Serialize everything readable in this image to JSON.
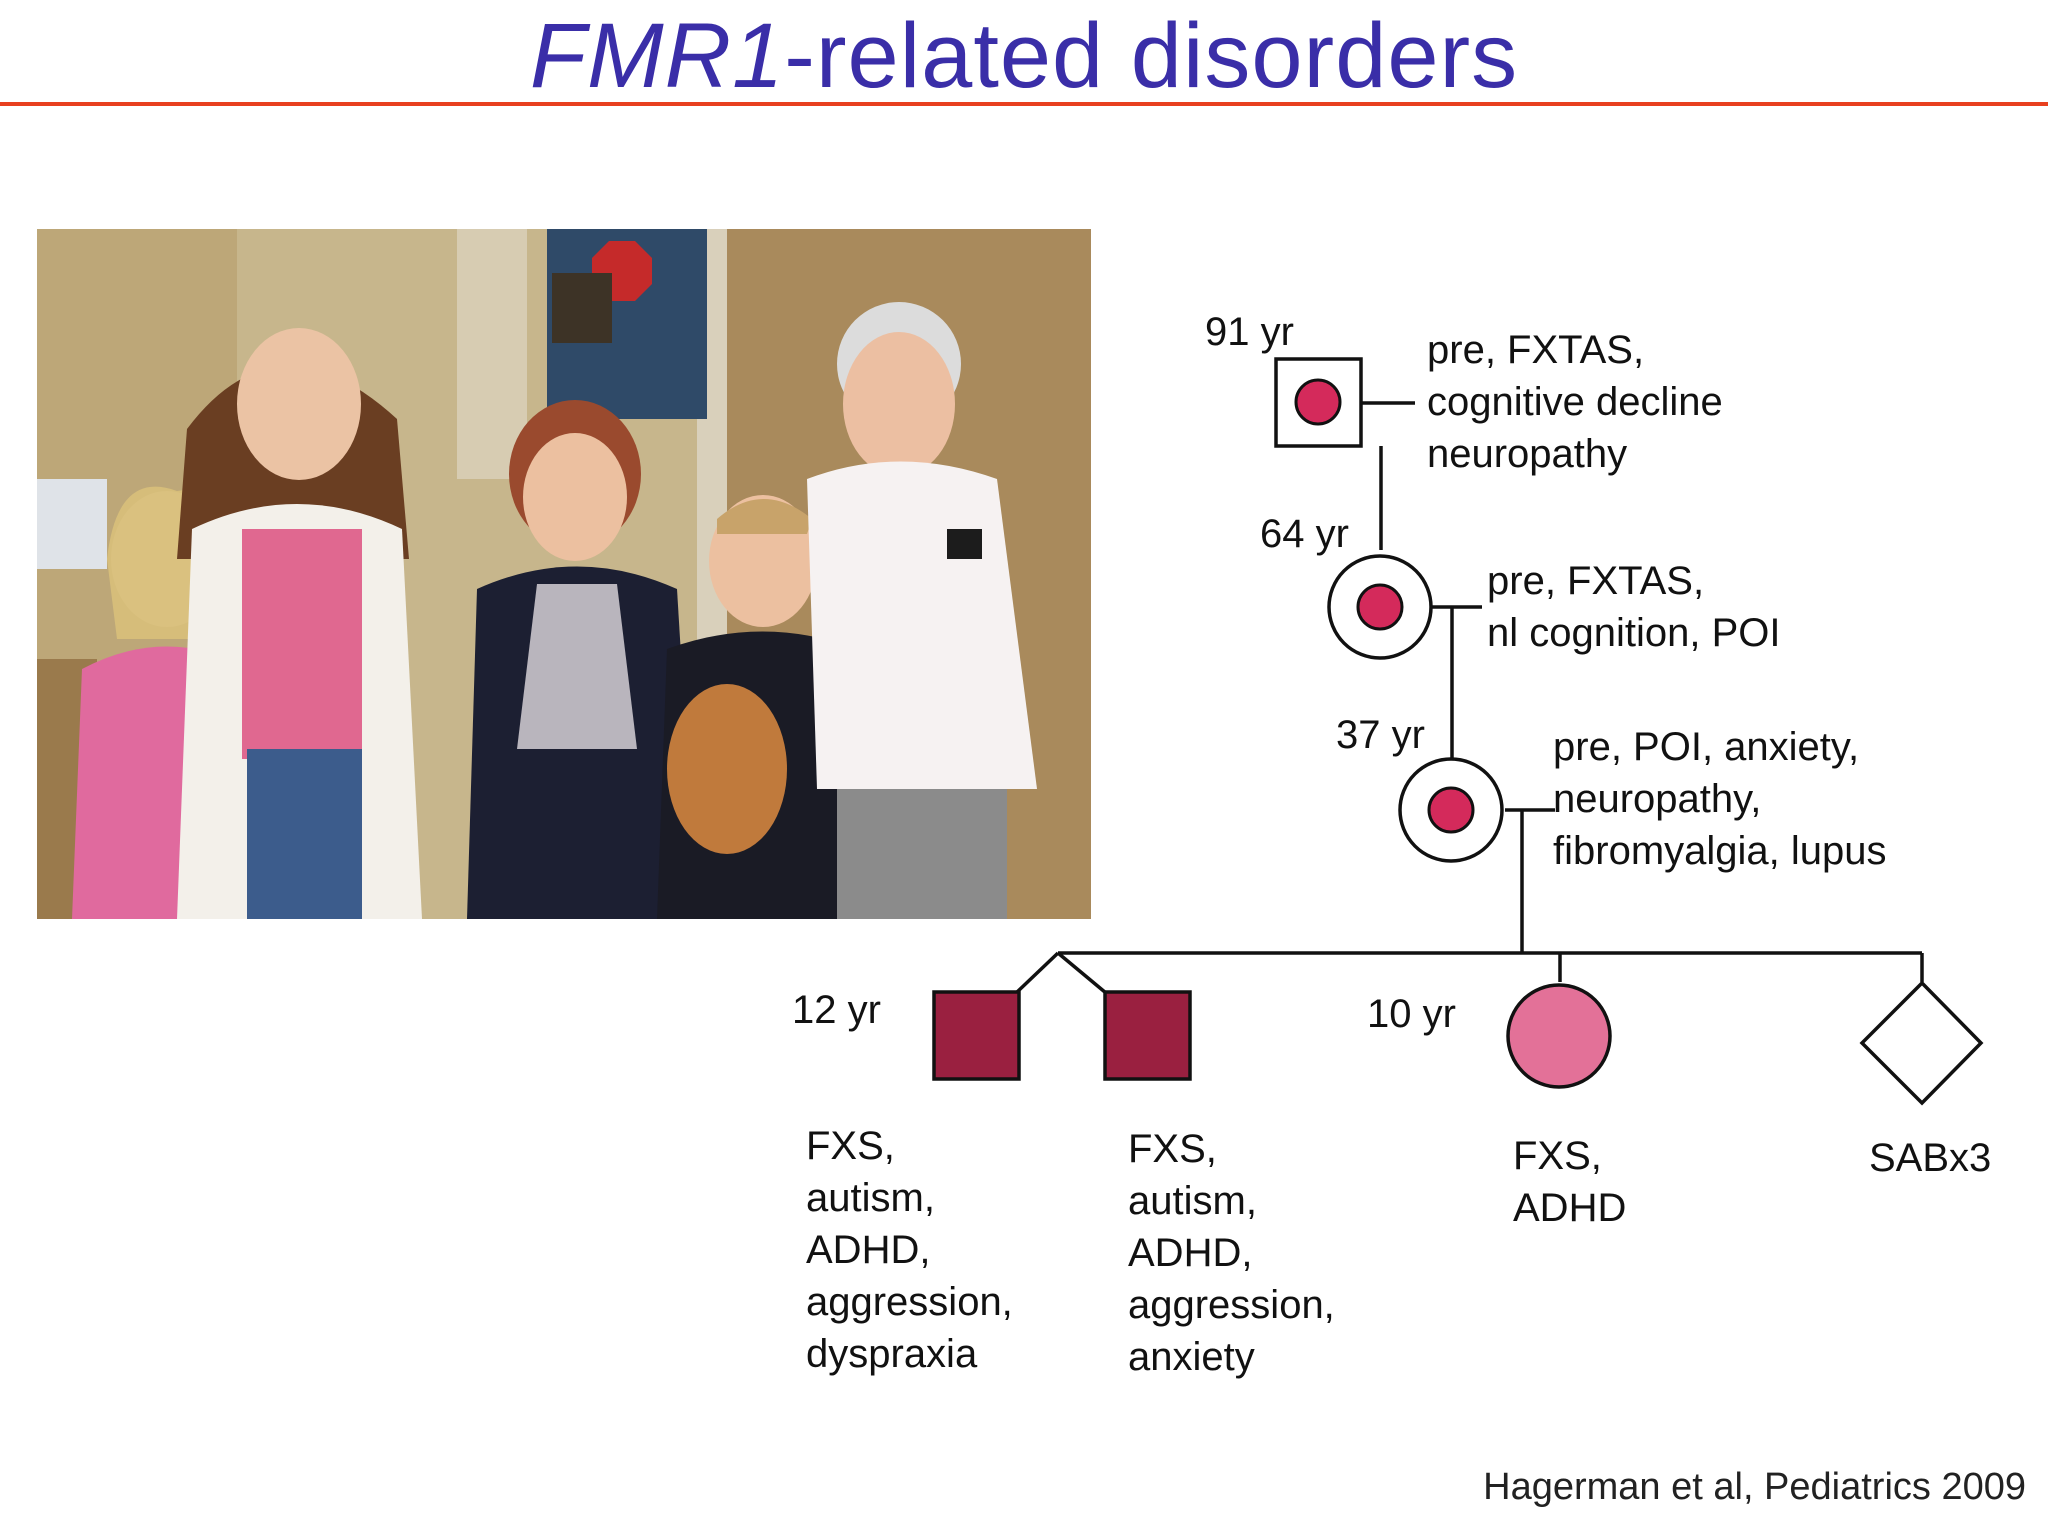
{
  "slide": {
    "title_gene": "FMR1",
    "title_rest": "-related disorders",
    "citation": "Hagerman et al, Pediatrics 2009"
  },
  "colors": {
    "title": "#3a2ea8",
    "rule": "#e8401f",
    "carrier_dot": "#d42a5b",
    "affected_male": "#9a2040",
    "affected_female": "#e37198"
  },
  "pedigree": {
    "grandfather": {
      "age": "91 yr",
      "notes": [
        "pre, FXTAS,",
        "cognitive decline",
        "neuropathy"
      ]
    },
    "grandmother": {
      "age": "64 yr",
      "notes": [
        "pre, FXTAS,",
        "nl cognition, POI"
      ]
    },
    "mother": {
      "age": "37 yr",
      "notes": [
        "pre, POI, anxiety,",
        "neuropathy,",
        "fibromyalgia, lupus"
      ]
    },
    "twin1": {
      "age": "12 yr",
      "notes": [
        "FXS,",
        "autism,",
        "ADHD,",
        "aggression,",
        "dyspraxia"
      ]
    },
    "twin2": {
      "notes": [
        "FXS,",
        "autism,",
        "ADHD,",
        "aggression,",
        "anxiety"
      ]
    },
    "daughter": {
      "age": "10 yr",
      "notes": [
        "FXS,",
        "ADHD"
      ]
    },
    "sab": {
      "notes": [
        "SABx3"
      ]
    }
  }
}
